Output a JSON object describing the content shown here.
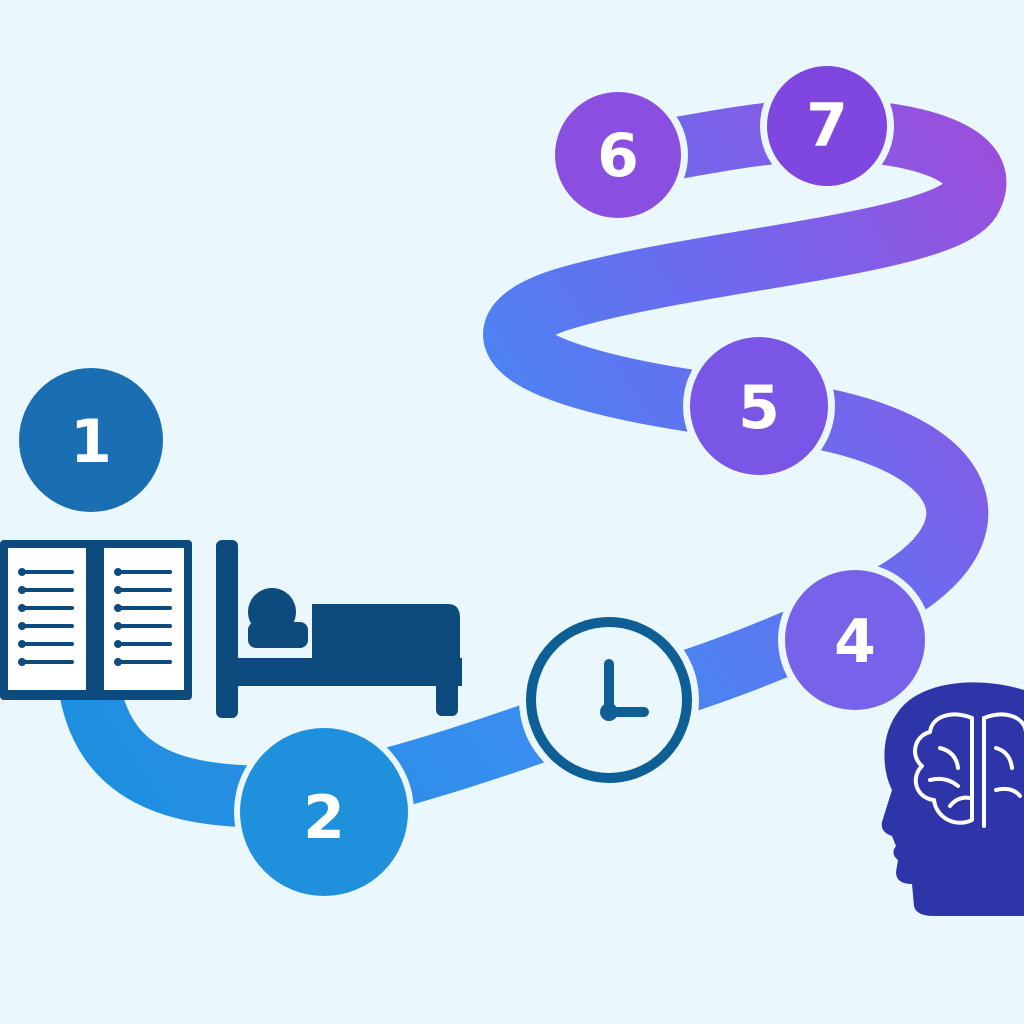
{
  "diagram": {
    "colors": {
      "background": "#eaf7fd",
      "step_1": "#1a6fb2",
      "step_2": "#1e90dc",
      "step_4": "#7763ea",
      "step_5": "#7a56e6",
      "step_6": "#8a4fe0",
      "step_7": "#7f47df",
      "icon_dark": "#0d4a7e",
      "head": "#2e35a8"
    },
    "steps": [
      {
        "label": "1"
      },
      {
        "label": "2"
      },
      {
        "label": "4"
      },
      {
        "label": "5"
      },
      {
        "label": "6"
      },
      {
        "label": "7"
      }
    ],
    "icons": [
      "open-book-icon",
      "bed-icon",
      "clock-icon",
      "brain-head-icon"
    ]
  }
}
